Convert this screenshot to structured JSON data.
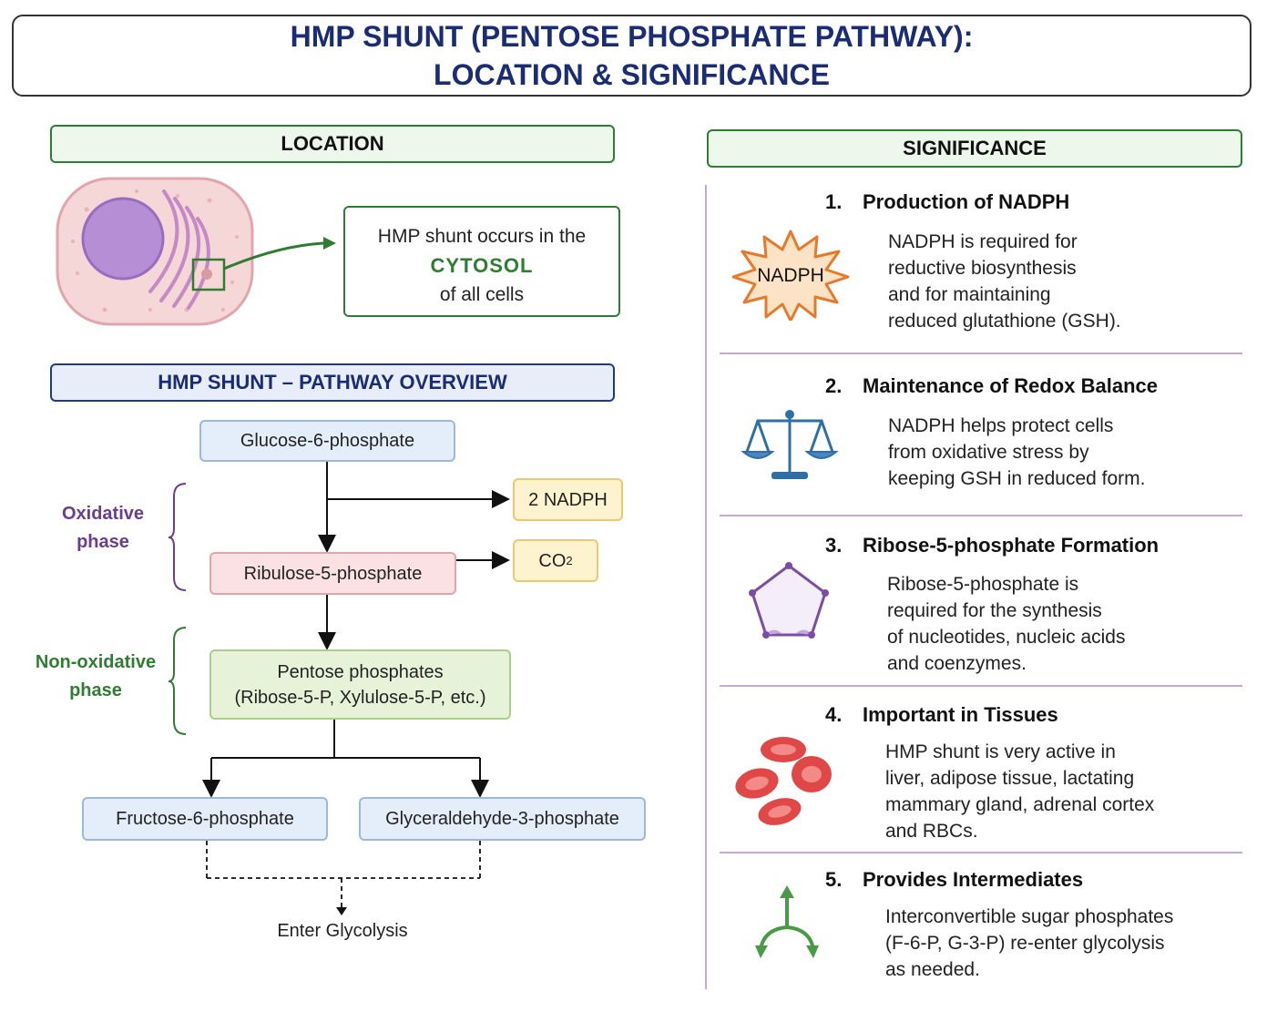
{
  "title": {
    "line1": "HMP SHUNT (PENTOSE PHOSPHATE PATHWAY):",
    "line2": "LOCATION & SIGNIFICANCE"
  },
  "location": {
    "header": "LOCATION",
    "box_line1": "HMP shunt occurs in the",
    "box_highlight": "CYTOSOL",
    "box_line3": "of all cells"
  },
  "pathway": {
    "header": "HMP SHUNT – PATHWAY OVERVIEW",
    "nodes": {
      "g6p": "Glucose-6-phosphate",
      "nadph": "2 NADPH",
      "co2_main": "CO",
      "co2_sub": "2",
      "r5p": "Ribulose-5-phosphate",
      "pentose_line1": "Pentose phosphates",
      "pentose_line2": "(Ribose-5-P, Xylulose-5-P, etc.)",
      "f6p": "Fructose-6-phosphate",
      "g3p": "Glyceraldehyde-3-phosphate"
    },
    "oxidative_line1": "Oxidative",
    "oxidative_line2": "phase",
    "nonox_line1": "Non-oxidative",
    "nonox_line2": "phase",
    "enter": "Enter Glycolysis"
  },
  "significance": {
    "header": "SIGNIFICANCE",
    "items": [
      {
        "num": "1.",
        "title": "Production of NADPH",
        "icon": "nadph-starburst-icon",
        "icon_label": "NADPH",
        "desc": "NADPH is required for\nreductive biosynthesis\nand for maintaining\nreduced glutathione (GSH)."
      },
      {
        "num": "2.",
        "title": "Maintenance of Redox Balance",
        "icon": "balance-scale-icon",
        "desc": "NADPH helps protect cells\nfrom oxidative stress by\nkeeping GSH in reduced form."
      },
      {
        "num": "3.",
        "title": "Ribose-5-phosphate Formation",
        "icon": "pentagon-ring-icon",
        "desc": "Ribose-5-phosphate is\nrequired for the synthesis\nof nucleotides, nucleic acids\nand coenzymes."
      },
      {
        "num": "4.",
        "title": "Important in Tissues",
        "icon": "red-blood-cells-icon",
        "desc": "HMP shunt is very active in\nliver, adipose tissue, lactating\nmammary gland, adrenal cortex\nand RBCs."
      },
      {
        "num": "5.",
        "title": "Provides Intermediates",
        "icon": "branching-arrows-icon",
        "desc": "Interconvertible sugar phosphates\n(F-6-P, G-3-P) re-enter glycolysis\nas needed."
      }
    ]
  },
  "colors": {
    "title_navy": "#1a2c74",
    "location_green": "#2f7d32",
    "oxidative_purple": "#6b3d8f",
    "nonoxidative_green": "#2f7d32",
    "divider_lilac": "#c6a8d9",
    "nadph_orange": "#e8782a",
    "scale_blue": "#2f6fa8",
    "rbc_red": "#e04848"
  }
}
